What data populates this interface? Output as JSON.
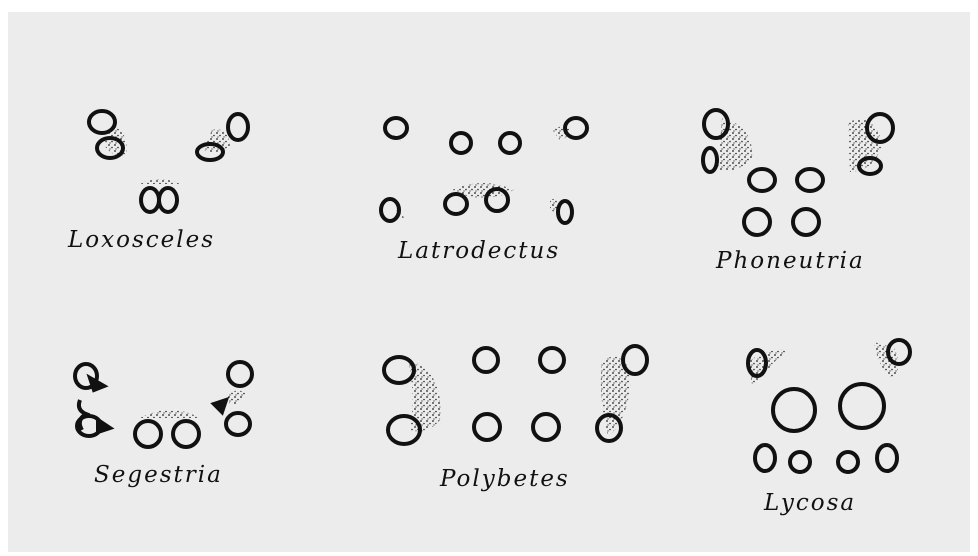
{
  "figure": {
    "genera": [
      {
        "id": "loxosceles",
        "label": "Loxosceles"
      },
      {
        "id": "latrodectus",
        "label": "Latrodectus"
      },
      {
        "id": "phoneutria",
        "label": "Phoneutria"
      },
      {
        "id": "segestria",
        "label": "Segestria"
      },
      {
        "id": "polybetes",
        "label": "Polybetes"
      },
      {
        "id": "lycosa",
        "label": "Lycosa"
      }
    ]
  },
  "colors": {
    "ink": "#111111",
    "panel": "#ececec",
    "stipple": "#222222"
  }
}
